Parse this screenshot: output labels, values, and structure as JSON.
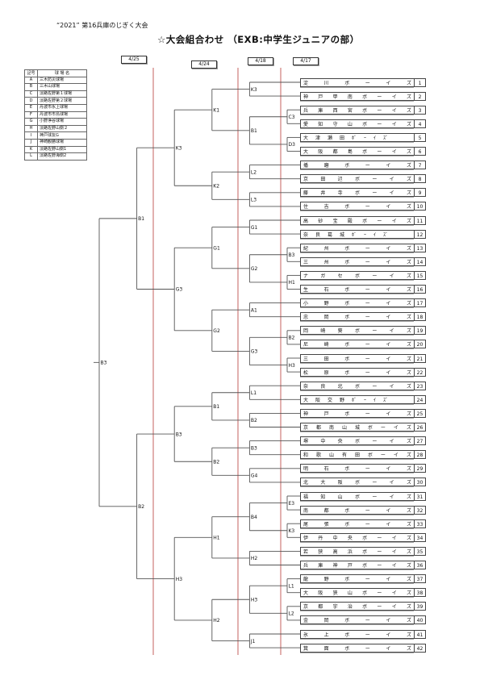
{
  "header": {
    "subtitle": "“2021” 第16兵庫のじぎく大会",
    "title": "☆大会組合わせ （EXB:中学生ジュニアの部）"
  },
  "dates": [
    "4/25",
    "4/24",
    "4/18",
    "4/17"
  ],
  "legend": {
    "headers": [
      "記号",
      "球 場 名"
    ],
    "rows": [
      {
        "key": "A",
        "venue": "三木防災球場"
      },
      {
        "key": "B",
        "venue": "三木山球場"
      },
      {
        "key": "C",
        "venue": "淡路佐野第１球場"
      },
      {
        "key": "D",
        "venue": "淡路佐野第２球場"
      },
      {
        "key": "E",
        "venue": "丹波市氷上球場"
      },
      {
        "key": "F",
        "venue": "丹波市市島球場"
      },
      {
        "key": "G",
        "venue": "小野浄谷球場"
      },
      {
        "key": "H",
        "venue": "淡路佐野山側２"
      },
      {
        "key": "I",
        "venue": "神戸球友G"
      },
      {
        "key": "J",
        "venue": "神崎観勝球場"
      },
      {
        "key": "K",
        "venue": "淡路佐野山側1"
      },
      {
        "key": "L",
        "venue": "淡路佐野海側2"
      }
    ]
  },
  "teams": [
    "淀川ボーイズ",
    "神戸甲南ボーイズ",
    "兵庫西宮ボーイズ",
    "愛知守山ボーイズ",
    "大津瀬田ﾎﾞｰｲｽﾞ",
    "大阪都島ボーイズ",
    "播磨ボーイズ",
    "京田辺ボーイズ",
    "藤井寺ボーイズ",
    "住吉ボーイズ",
    "高砂宝殿ボーイズ",
    "奈良葛城ﾎﾞｰｲｽﾞ",
    "紀州ボーイズ",
    "三州ボーイズ",
    "ナガセボーイズ",
    "生石ボーイズ",
    "小野ボーイズ",
    "忠岡ボーイズ",
    "岡崎葵ボーイズ",
    "尼崎ボーイズ",
    "三田ボーイズ",
    "松原ボーイズ",
    "奈良北ボーイズ",
    "大阪交野ﾎﾞｰｲｽﾞ",
    "神戸ボーイズ",
    "京都南山城ボーイズ",
    "堺中央ボーイズ",
    "和歌山有田ボーイズ",
    "明石ボーイズ",
    "北大阪ボーイズ",
    "福知山ボーイズ",
    "南都ボーイズ",
    "尾張ボーイズ",
    "伊丹中央ボーイズ",
    "若狭高浜ボーイズ",
    "兵庫神戸ボーイズ",
    "龍野ボーイズ",
    "大阪狭山ボーイズ",
    "京都宇治ボーイズ",
    "金岡ボーイズ",
    "氷上ボーイズ",
    "箕面ボーイズ"
  ],
  "bracket": {
    "label": "B3",
    "children": [
      {
        "label": "B1",
        "children": [
          {
            "label": "K3",
            "children": [
              {
                "label": "K1",
                "children": [
                  {
                    "label": "K3",
                    "children": [
                      1,
                      2
                    ]
                  },
                  {
                    "label": "B1",
                    "children": [
                      {
                        "label": "C3",
                        "children": [
                          3,
                          4
                        ]
                      },
                      {
                        "label": "D3",
                        "children": [
                          5,
                          6
                        ]
                      }
                    ]
                  }
                ]
              },
              {
                "label": "K2",
                "children": [
                  {
                    "label": "L2",
                    "children": [
                      7,
                      8
                    ]
                  },
                  {
                    "label": "L3",
                    "children": [
                      9,
                      10
                    ]
                  }
                ]
              }
            ]
          },
          {
            "label": "G3",
            "children": [
              {
                "label": "G1",
                "children": [
                  {
                    "label": "G1",
                    "children": [
                      11,
                      12
                    ]
                  },
                  {
                    "label": "G2",
                    "children": [
                      {
                        "label": "B3",
                        "children": [
                          13,
                          14
                        ]
                      },
                      {
                        "label": "H1",
                        "children": [
                          15,
                          16
                        ]
                      }
                    ]
                  }
                ]
              },
              {
                "label": "G2",
                "children": [
                  {
                    "label": "A1",
                    "children": [
                      17,
                      18
                    ]
                  },
                  {
                    "label": "G3",
                    "children": [
                      {
                        "label": "B2",
                        "children": [
                          19,
                          20
                        ]
                      },
                      {
                        "label": "H3",
                        "children": [
                          21,
                          22
                        ]
                      }
                    ]
                  }
                ]
              }
            ]
          }
        ]
      },
      {
        "label": "B2",
        "children": [
          {
            "label": "B3",
            "children": [
              {
                "label": "B1",
                "children": [
                  {
                    "label": "L1",
                    "children": [
                      23,
                      24
                    ]
                  },
                  {
                    "label": "B2",
                    "children": [
                      25,
                      26
                    ]
                  }
                ]
              },
              {
                "label": "B2",
                "children": [
                  {
                    "label": "B3",
                    "children": [
                      27,
                      28
                    ]
                  },
                  {
                    "label": "G4",
                    "children": [
                      29,
                      30
                    ]
                  }
                ]
              }
            ]
          },
          {
            "label": "H3",
            "children": [
              {
                "label": "H1",
                "children": [
                  {
                    "label": "B4",
                    "children": [
                      {
                        "label": "E3",
                        "children": [
                          31,
                          32
                        ]
                      },
                      {
                        "label": "K3",
                        "children": [
                          33,
                          34
                        ]
                      }
                    ]
                  },
                  {
                    "label": "H2",
                    "children": [
                      35,
                      36
                    ]
                  }
                ]
              },
              {
                "label": "H2",
                "children": [
                  {
                    "label": "H3",
                    "children": [
                      {
                        "label": "L1",
                        "children": [
                          37,
                          38
                        ]
                      },
                      {
                        "label": "L2",
                        "children": [
                          39,
                          40
                        ]
                      }
                    ]
                  },
                  {
                    "label": "J1",
                    "children": [
                      41,
                      42
                    ]
                  }
                ]
              }
            ]
          }
        ]
      }
    ]
  },
  "colors": {
    "line": "#555555",
    "round_line": "#c0504d"
  }
}
